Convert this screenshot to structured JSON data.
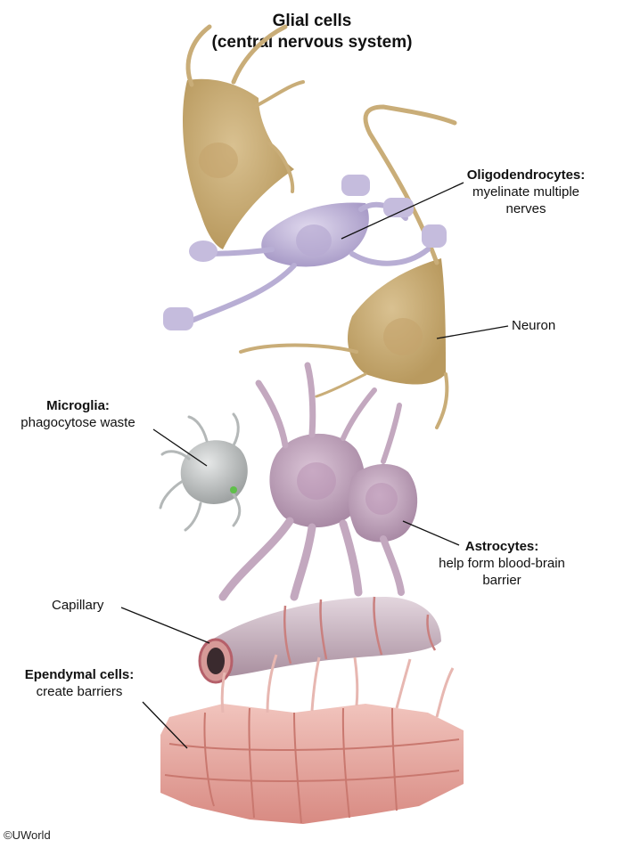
{
  "title": {
    "line1": "Glial cells",
    "line2": "(central nervous system)"
  },
  "labels": {
    "oligodendrocytes": {
      "name": "Oligodendrocytes:",
      "desc1": "myelinate multiple",
      "desc2": "nerves"
    },
    "neuron": {
      "name": "Neuron"
    },
    "microglia": {
      "name": "Microglia:",
      "desc1": "phagocytose waste"
    },
    "astrocytes": {
      "name": "Astrocytes:",
      "desc1": "help form blood-brain",
      "desc2": "barrier"
    },
    "capillary": {
      "name": "Capillary"
    },
    "ependymal": {
      "name": "Ependymal cells:",
      "desc1": "create barriers"
    }
  },
  "copyright": "©UWorld",
  "colors": {
    "neuron": "#cdb27e",
    "oligodendrocyte": "#cbc3df",
    "microglia": "#c9cbcb",
    "astrocyte": "#c9adc4",
    "capillary": "#cdb7c3",
    "ependymal": "#e8a9a1",
    "leader_line": "#111111"
  }
}
